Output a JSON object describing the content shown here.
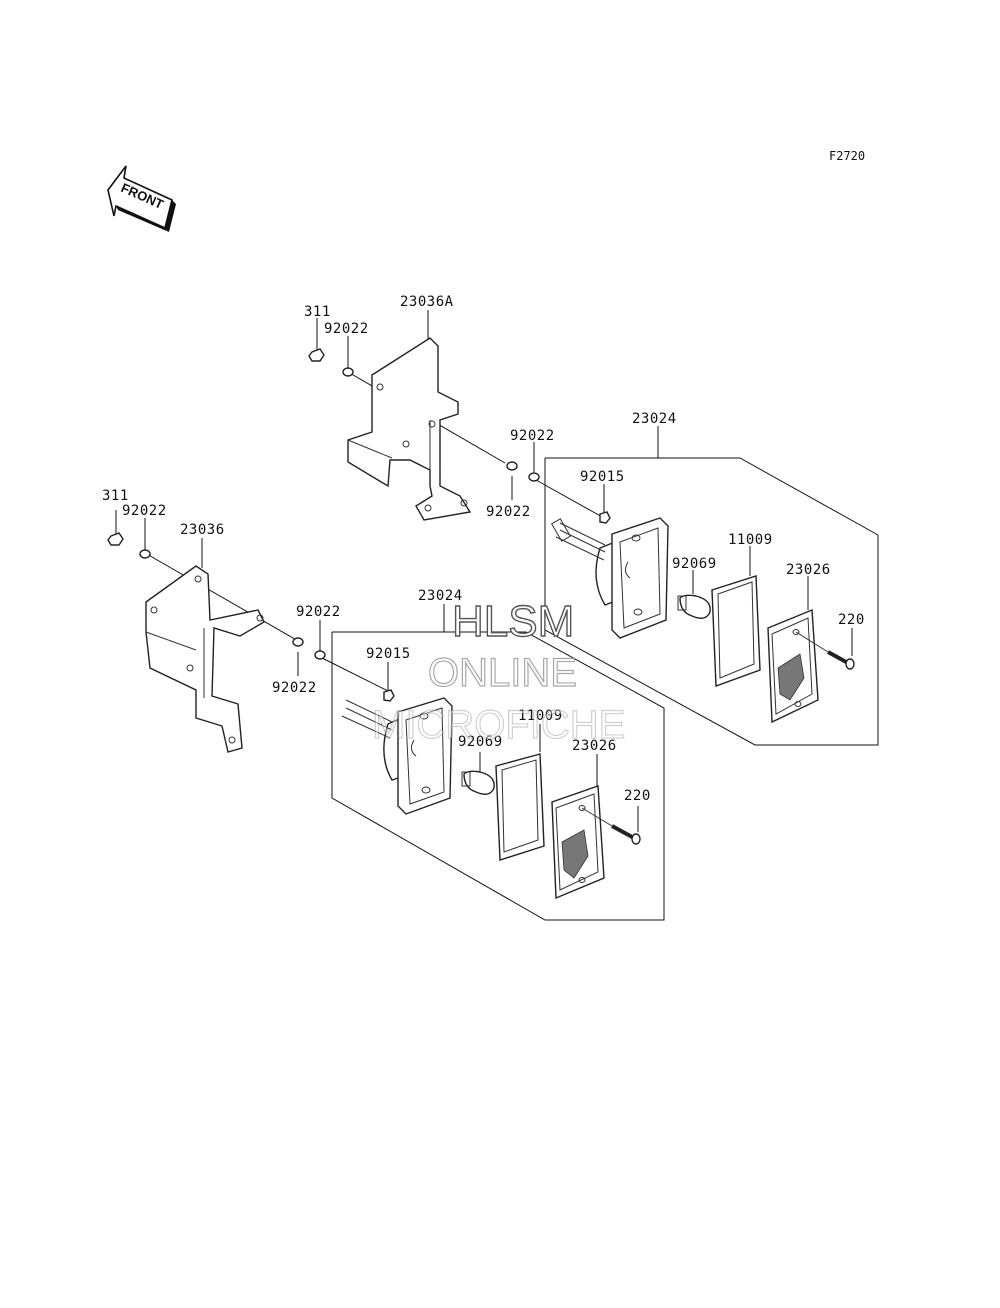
{
  "figure_code": "F2720",
  "front_arrow": {
    "text": "FRONT",
    "icon": "front-arrow-icon"
  },
  "watermark": {
    "line1": "HLSM",
    "line2": "ONLINE",
    "line3": "MICROFICHE"
  },
  "labels": {
    "p311_upper": "311",
    "p92022_upper_nut": "92022",
    "p23036A": "23036A",
    "p92022_upper_mid_top": "92022",
    "p92022_upper_mid_bottom": "92022",
    "p23024_upper": "23024",
    "p92015_upper": "92015",
    "p92069_upper": "92069",
    "p11009_upper": "11009",
    "p23026_upper": "23026",
    "p220_upper": "220",
    "p311_lower": "311",
    "p92022_lower_nut": "92022",
    "p23036": "23036",
    "p92022_lower_mid_top": "92022",
    "p92022_lower_mid_bottom": "92022",
    "p23024_lower": "23024",
    "p92015_lower": "92015",
    "p92069_lower": "92069",
    "p11009_lower": "11009",
    "p23026_lower": "23026",
    "p220_lower": "220"
  }
}
